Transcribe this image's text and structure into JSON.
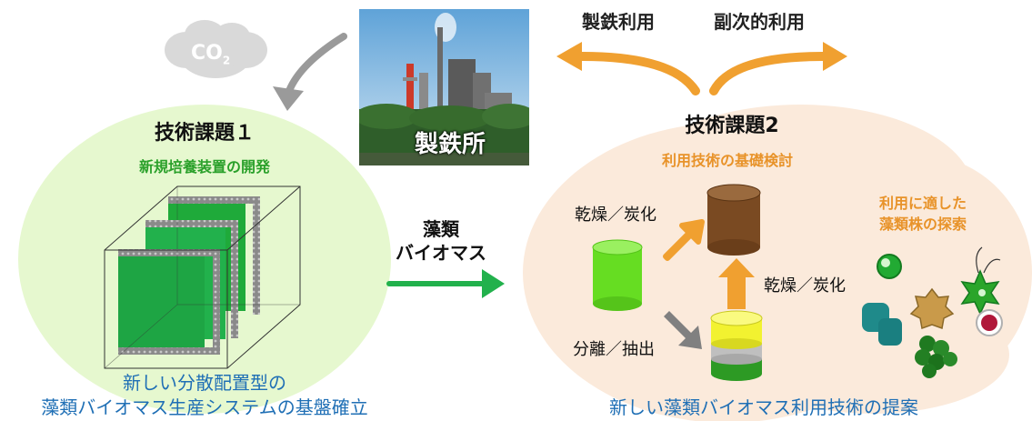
{
  "steelworks": {
    "label": "製鉄所"
  },
  "co2": {
    "label": "CO",
    "sub": "2"
  },
  "uses": {
    "steel": "製鉄利用",
    "secondary": "副次的利用"
  },
  "task1": {
    "title": "技術課題１",
    "subtitle": "新規培養装置の開発",
    "caption_line1": "新しい分散配置型の",
    "caption_line2": "藻類バイオマス生産システムの基盤確立"
  },
  "transfer": {
    "line1": "藻類",
    "line2": "バイオマス"
  },
  "task2": {
    "title": "技術課題2",
    "subtitle": "利用技術の基礎検討",
    "dry_carbonize_upper": "乾燥／炭化",
    "dry_carbonize_right": "乾燥／炭化",
    "separate_extract": "分離／抽出",
    "strain_line1": "利用に適した",
    "strain_line2": "藻類株の探索",
    "caption": "新しい藻類バイオマス利用技術の提案"
  },
  "colors": {
    "green_arrow": "#22b14c",
    "orange_arrow": "#f0a030",
    "left_bg": "#e6f8cf",
    "right_bg": "#fbeadb",
    "subtitle_green": "#2aa02a",
    "subtitle_orange": "#e8932a",
    "caption_blue": "#1f6fb5"
  }
}
